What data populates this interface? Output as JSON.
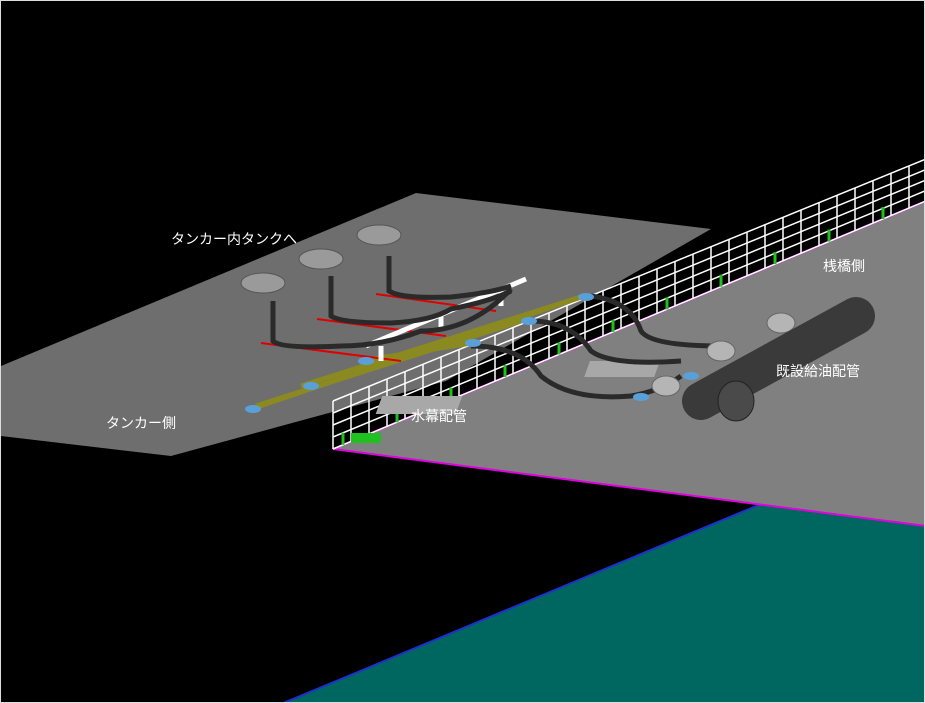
{
  "labels": {
    "to_tanker_tank": "タンカー内タンクへ",
    "tanker_side": "タンカー側",
    "water_curtain": "水幕配管",
    "pier_side": "桟橋側",
    "existing_pipe": "既設給油配管"
  },
  "colors": {
    "background": "#000000",
    "deck": "#6e6e6e",
    "pier": "#808080",
    "water": "#006660",
    "fence": "#ffffff",
    "edge": "#e000e0",
    "beam": "#8a8a20"
  }
}
